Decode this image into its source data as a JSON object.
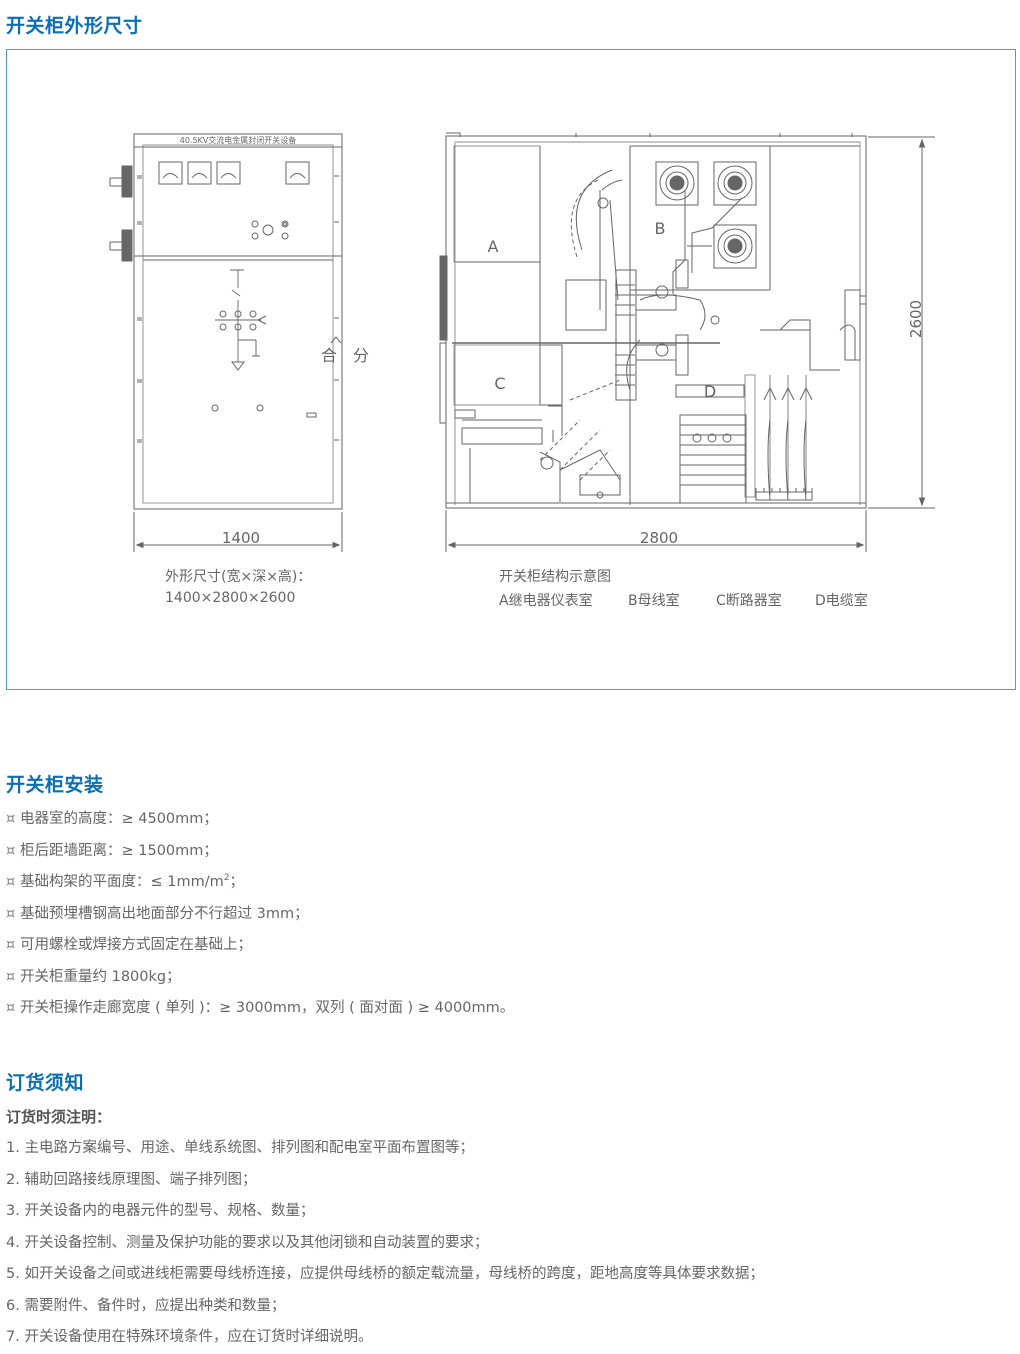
{
  "sections": {
    "dims_title": "开关柜外形尺寸",
    "install_title": "开关柜安装",
    "order_title": "订货须知"
  },
  "figure": {
    "front_header": "40.5KV交流电金属封闭开关设备",
    "left_width_label": "1400",
    "right_width_label": "2800",
    "height_label": "2600",
    "hj_label_1": "合",
    "hj_label_2": "分",
    "room_a": "A",
    "room_b": "B",
    "room_c": "C",
    "room_d": "D",
    "left_caption_line1": "外形尺寸(宽×深×高)：",
    "left_caption_line2": "1400×2800×2600",
    "right_caption_line1": "开关柜结构示意图",
    "legend_a": "A继电器仪表室",
    "legend_b": "B母线室",
    "legend_c": "C断路器室",
    "legend_d": "D电缆室"
  },
  "install": {
    "bullet": "¤",
    "items": [
      {
        "pre": "电器室的高度：≥ 4500mm；",
        "sup": "",
        "post": ""
      },
      {
        "pre": "柜后距墙距离：≥ 1500mm；",
        "sup": "",
        "post": ""
      },
      {
        "pre": "基础构架的平面度：≤ 1mm/m",
        "sup": "2",
        "post": "；"
      },
      {
        "pre": "基础预埋槽钢高出地面部分不行超过 3mm；",
        "sup": "",
        "post": ""
      },
      {
        "pre": "可用螺栓或焊接方式固定在基础上；",
        "sup": "",
        "post": ""
      },
      {
        "pre": "开关柜重量约 1800kg；",
        "sup": "",
        "post": ""
      },
      {
        "pre": "开关柜操作走廊宽度 ( 单列 )：≥ 3000mm，双列 ( 面对面 ) ≥ 4000mm。",
        "sup": "",
        "post": ""
      }
    ]
  },
  "order": {
    "subtitle": "订货时须注明：",
    "items": [
      "1. 主电路方案编号、用途、单线系统图、排列图和配电室平面布置图等；",
      "2. 辅助回路接线原理图、端子排列图；",
      "3. 开关设备内的电器元件的型号、规格、数量；",
      "4. 开关设备控制、测量及保护功能的要求以及其他闭锁和自动装置的要求；",
      "5. 如开关设备之间或进线柜需要母线桥连接，应提供母线桥的额定载流量，母线桥的跨度，距地高度等具体要求数据；",
      "6. 需要附件、备件时，应提出种类和数量；",
      "7. 开关设备使用在特殊环境条件，应在订货时详细说明。"
    ]
  }
}
